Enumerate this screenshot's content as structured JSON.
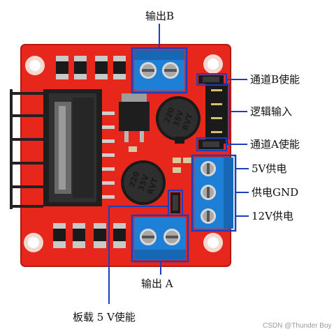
{
  "labels": {
    "output_b": "输出B",
    "channel_b_enable": "通道B使能",
    "logic_input": "逻辑输入",
    "channel_a_enable": "通道A使能",
    "power_5v": "5V供电",
    "power_gnd": "供电GND",
    "power_12v": "12V供电",
    "output_a": "输出 A",
    "onboard_5v_enable": "板载 5 V使能"
  },
  "capacitor_1": {
    "line1": "220",
    "line2": "35V",
    "line3": "RVT"
  },
  "capacitor_2": {
    "line1": "220",
    "line2": "35V",
    "line3": "RVT"
  },
  "watermark": "CSDN @Thunder Boy",
  "colors": {
    "pcb_red": "#e8271c",
    "terminal_blue": "#1e7fd6",
    "callout_blue": "#1b3fbf",
    "heatsink": "#2b2b2b"
  }
}
